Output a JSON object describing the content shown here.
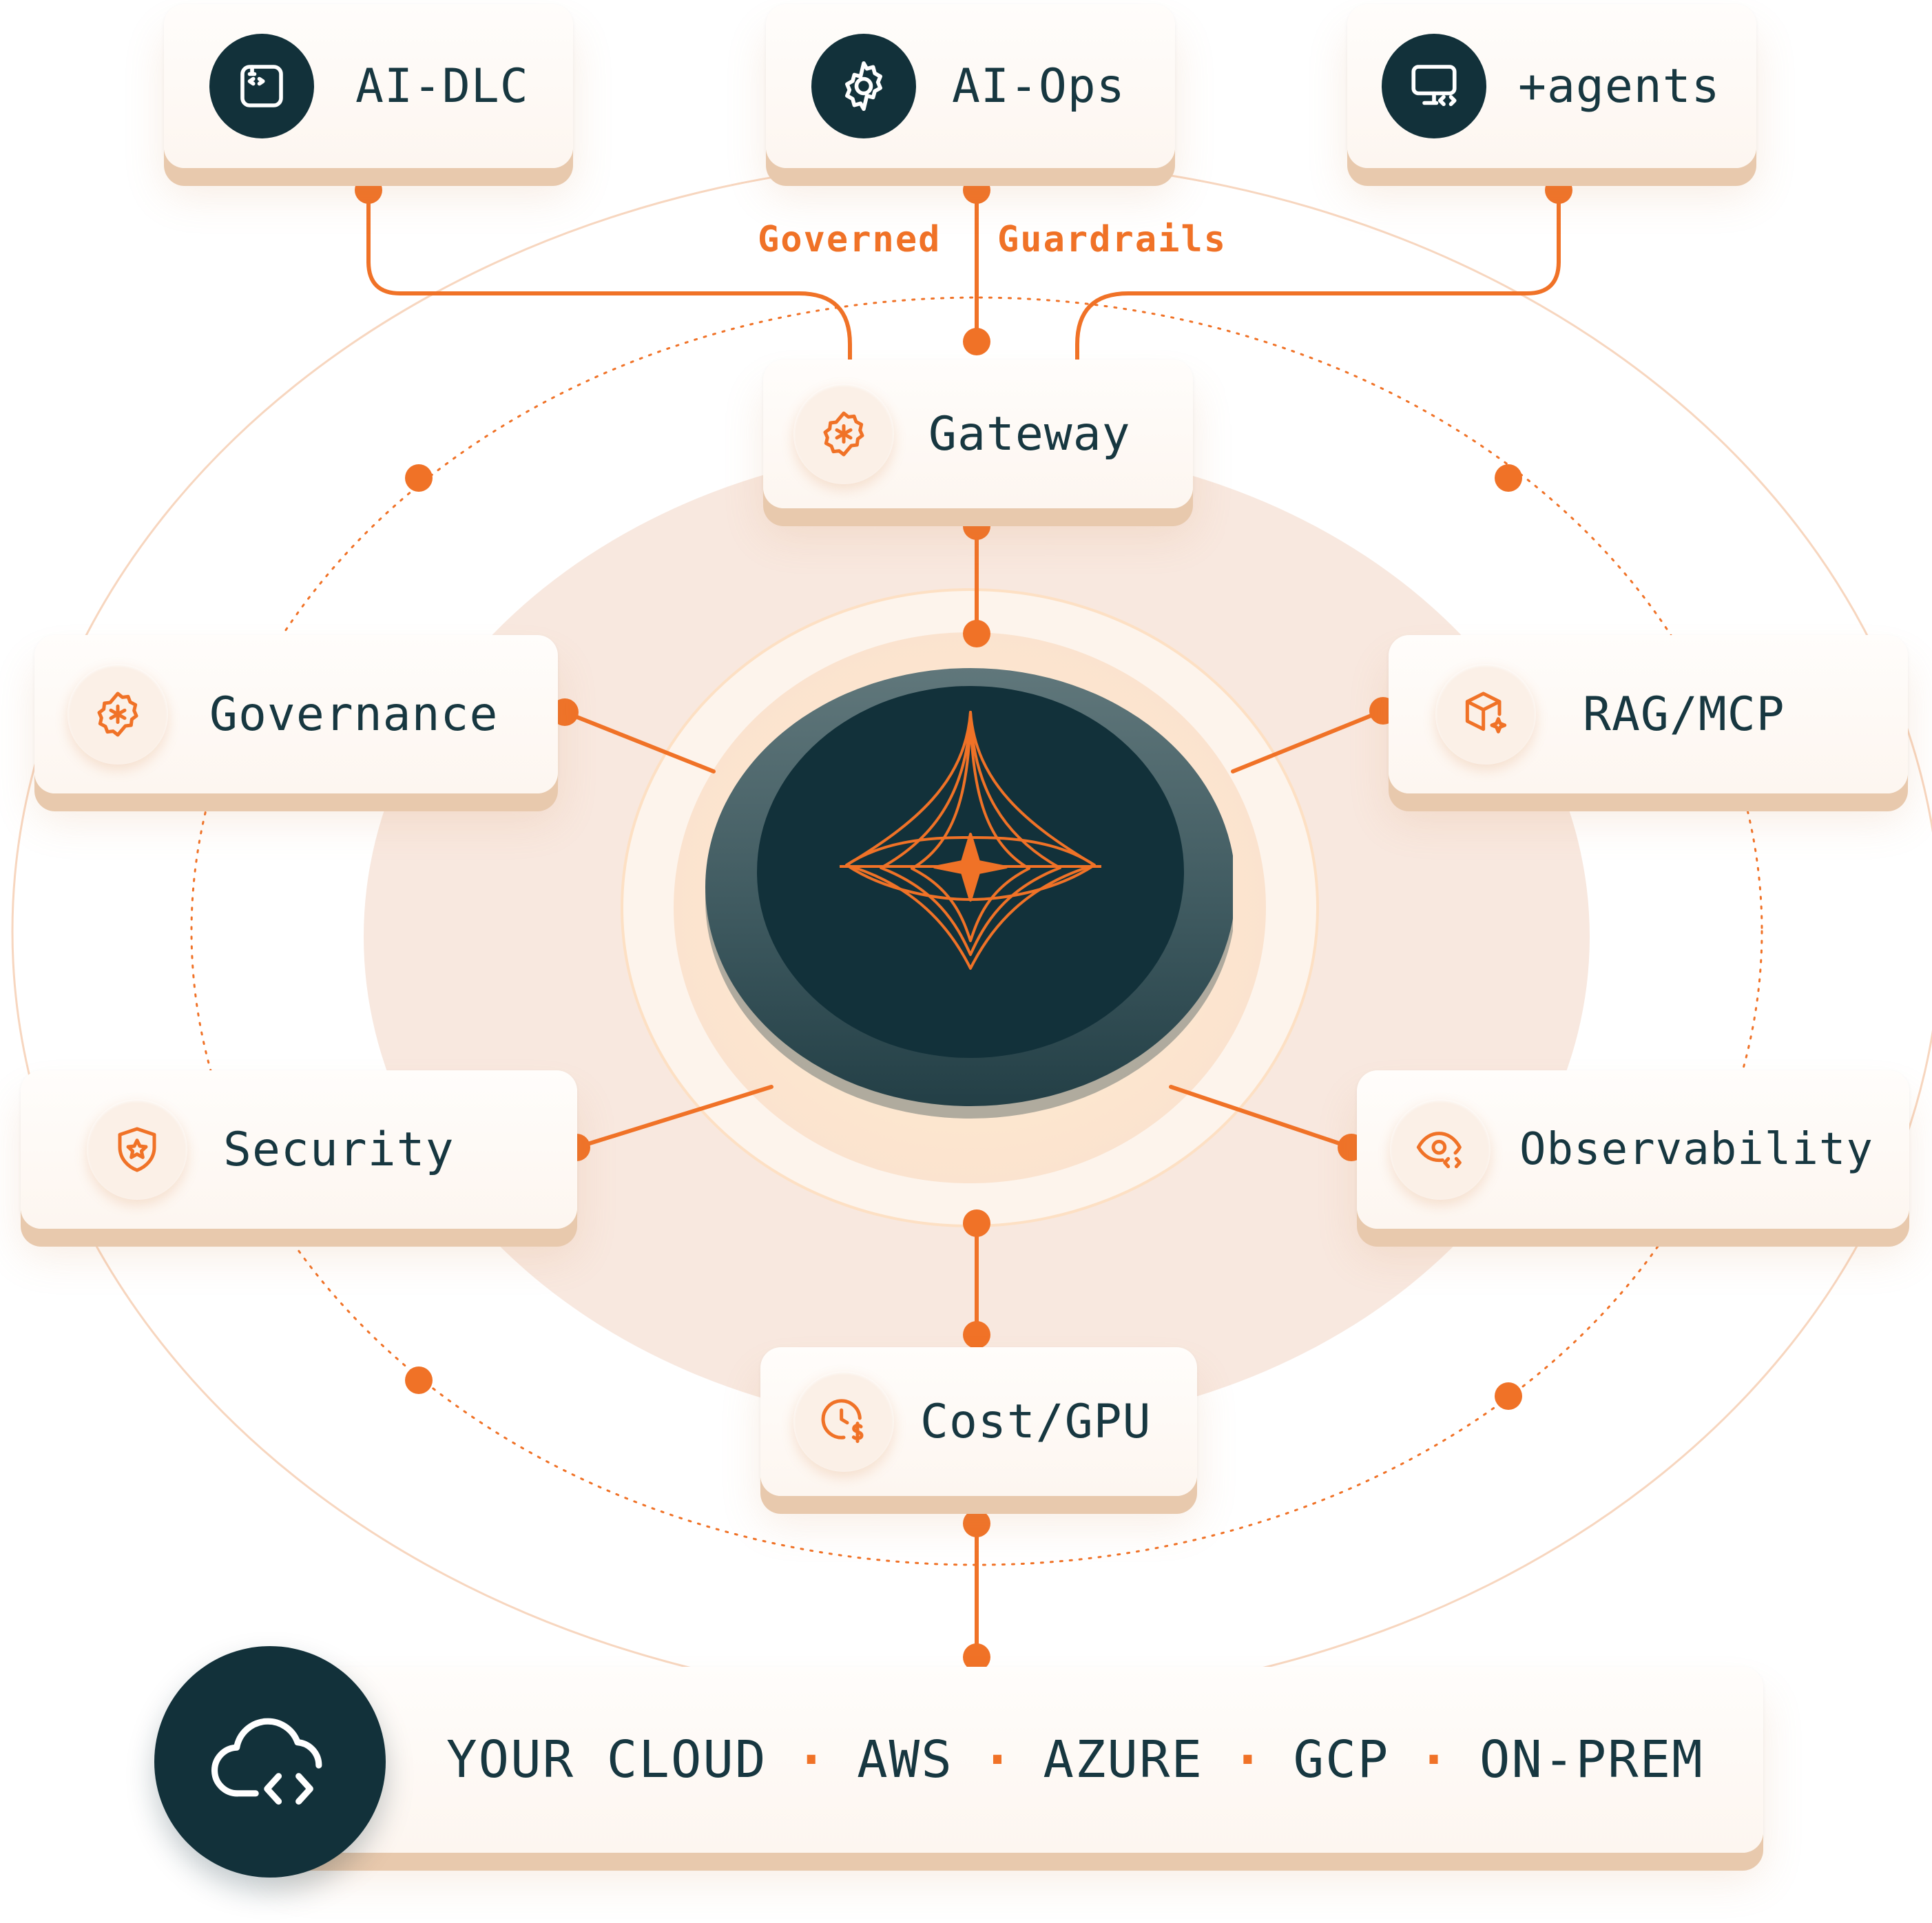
{
  "top_nodes": [
    {
      "id": "ai-dlc",
      "label": "AI-DLC",
      "icon": "code-window-icon"
    },
    {
      "id": "ai-ops",
      "label": "AI-Ops",
      "icon": "gear-icon"
    },
    {
      "id": "agents",
      "label": "+agents",
      "icon": "monitor-code-icon"
    }
  ],
  "edge_labels": {
    "left": "Governed",
    "right": "Guardrails"
  },
  "ring_nodes": {
    "gateway": {
      "label": "Gateway",
      "icon": "asterisk-badge-icon"
    },
    "governance": {
      "label": "Governance",
      "icon": "asterisk-badge-icon"
    },
    "rag_mcp": {
      "label": "RAG/MCP",
      "icon": "cube-sparkle-icon"
    },
    "security": {
      "label": "Security",
      "icon": "shield-star-icon"
    },
    "observability": {
      "label": "Observability",
      "icon": "eye-code-icon"
    },
    "cost_gpu": {
      "label": "Cost/GPU",
      "icon": "clock-dollar-icon"
    }
  },
  "hub": {
    "icon": "star-wireframe-logo-icon"
  },
  "deploy": {
    "icon": "cloud-code-icon",
    "targets": [
      "YOUR CLOUD",
      "AWS",
      "AZURE",
      "GCP",
      "ON-PREM"
    ],
    "separator": "·"
  },
  "colors": {
    "accent": "#f07227",
    "dark": "#12313a",
    "text": "#173740",
    "card": "#fdf7f2",
    "card_shadow": "#e8c9ad",
    "halo": "#f8e8df"
  }
}
